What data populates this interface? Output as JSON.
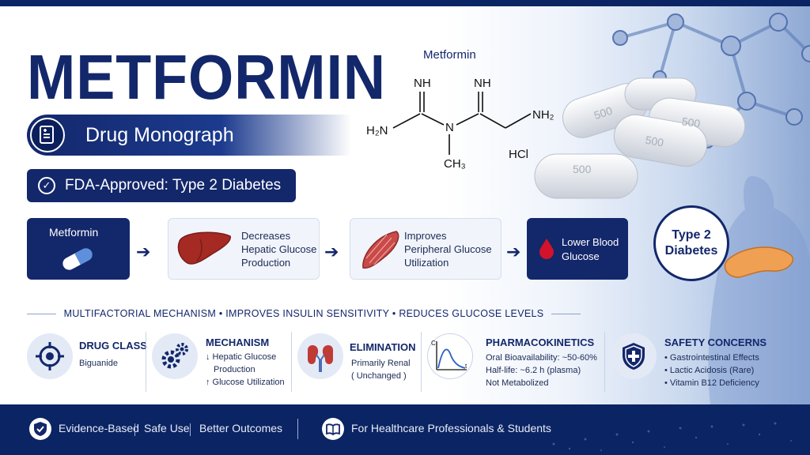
{
  "header": {
    "title": "METFORMIN",
    "subtitle": "Drug Monograph",
    "approval": "FDA-Approved: Type 2 Diabetes"
  },
  "structure": {
    "name": "Metformin",
    "nh_left": "NH",
    "nh_right": "NH",
    "h2n": "H₂N",
    "n_center": "N",
    "nh2": "NH₂",
    "ch3": "CH₃",
    "salt": "HCl"
  },
  "pills": {
    "imprint": "500"
  },
  "flow": {
    "drug": "Metformin",
    "step1": [
      "Decreases",
      "Hepatic Glucose",
      "Production"
    ],
    "step2": [
      "Improves",
      "Peripheral Glucose",
      "Utilization"
    ],
    "result": [
      "Lower Blood",
      "Glucose"
    ]
  },
  "condition": [
    "Type 2",
    "Diabetes"
  ],
  "mechanism_banner": "MULTIFACTORIAL MECHANISM  •  IMPROVES INSULIN SENSITIVITY  •  REDUCES GLUCOSE LEVELS",
  "cards": {
    "drug_class": {
      "title": "DRUG CLASS",
      "lines": [
        "Biguanide"
      ]
    },
    "mechanism": {
      "title": "MECHANISM",
      "lines": [
        "↓ Hepatic Glucose",
        "Production",
        "↑ Glucose Utilization"
      ]
    },
    "elimination": {
      "title": "ELIMINATION",
      "lines": [
        "Primarily Renal",
        "( Unchanged )"
      ]
    },
    "pk": {
      "title": "PHARMACOKINETICS",
      "lines": [
        "Oral Bioavailability: ~50-60%",
        "Half-life: ~6.2 h (plasma)",
        "Not Metabolized"
      ],
      "axis_c": "C",
      "axis_t": "t"
    },
    "safety": {
      "title": "SAFETY CONCERNS",
      "lines": [
        "• Gastrointestinal Effects",
        "• Lactic Acidosis (Rare)",
        "• Vitamin B12 Deficiency"
      ]
    }
  },
  "footer": {
    "evidence": "Evidence-Based",
    "safe": "Safe Use",
    "outcomes": "Better Outcomes",
    "audience": "For Healthcare Professionals & Students"
  },
  "colors": {
    "navy": "#13276b",
    "accent_red": "#c0182b"
  }
}
